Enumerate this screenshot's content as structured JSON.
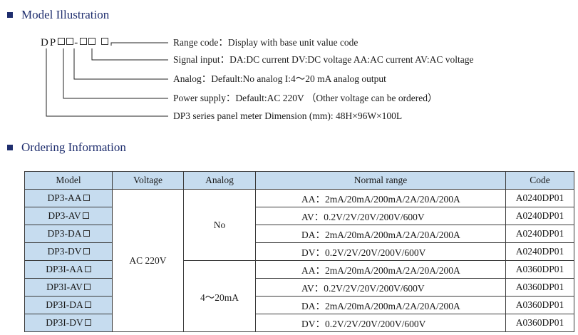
{
  "section1": {
    "title": "Model Illustration"
  },
  "model_code": {
    "prefix": "DP"
  },
  "descriptions": [
    "Range code：Display with base unit value code",
    "Signal input：DA:DC current  DV:DC voltage  AA:AC current  AV:AC voltage",
    "Analog：Default:No analog   I:4～20 mA analog output",
    "Power supply：Default:AC 220V （Other voltage can be ordered）",
    "DP3 series panel meter   Dimension (mm): 48H×96W×100L"
  ],
  "section2": {
    "title": "Ordering Information"
  },
  "table": {
    "headers": [
      "Model",
      "Voltage",
      "Analog",
      "Normal range",
      "Code"
    ],
    "voltage": "AC 220V",
    "analog_groups": [
      "No",
      "4～20mA"
    ],
    "rows": [
      {
        "model": "DP3-AA",
        "range": "AA：2mA/20mA/200mA/2A/20A/200A",
        "code": "A0240DP01"
      },
      {
        "model": "DP3-AV",
        "range": "AV：0.2V/2V/20V/200V/600V",
        "code": "A0240DP01"
      },
      {
        "model": "DP3-DA",
        "range": "DA：2mA/20mA/200mA/2A/20A/200A",
        "code": "A0240DP01"
      },
      {
        "model": "DP3-DV",
        "range": "DV：0.2V/2V/20V/200V/600V",
        "code": "A0240DP01"
      },
      {
        "model": "DP3I-AA",
        "range": "AA：2mA/20mA/200mA/2A/20A/200A",
        "code": "A0360DP01"
      },
      {
        "model": "DP3I-AV",
        "range": "AV：0.2V/2V/20V/200V/600V",
        "code": "A0360DP01"
      },
      {
        "model": "DP3I-DA",
        "range": "DA：2mA/20mA/200mA/2A/20A/200A",
        "code": "A0360DP01"
      },
      {
        "model": "DP3I-DV",
        "range": "DV：0.2V/2V/20V/200V/600V",
        "code": "A0360DP01"
      }
    ]
  }
}
